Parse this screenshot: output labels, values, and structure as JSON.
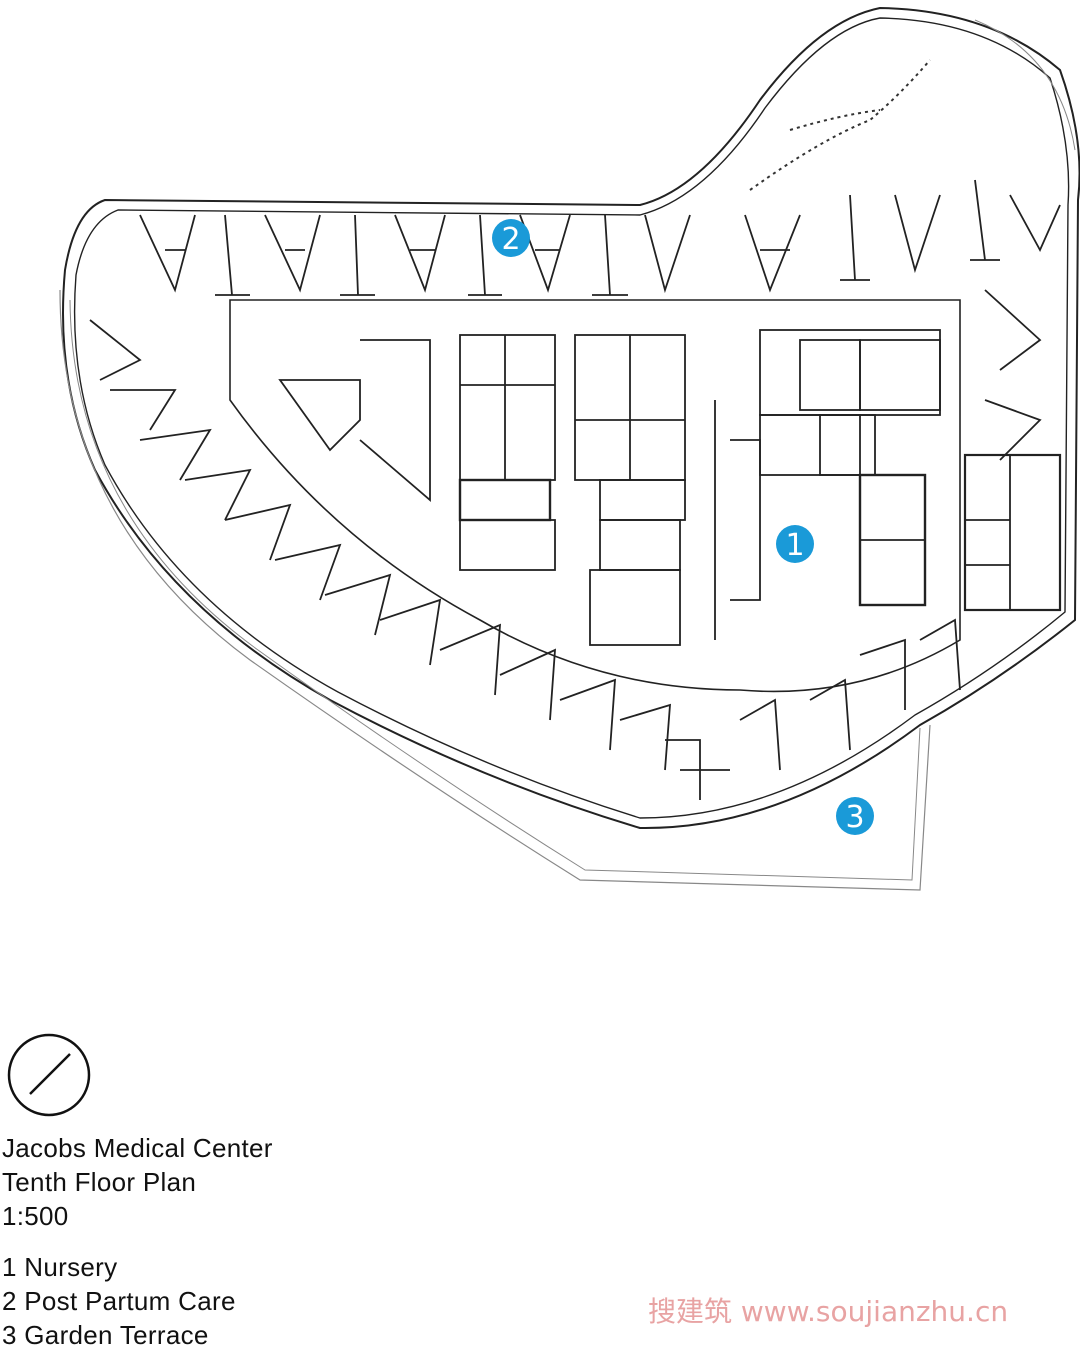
{
  "plan": {
    "markers": [
      {
        "number": "1",
        "room": "Nursery"
      },
      {
        "number": "2",
        "room": "Post Partum Care"
      },
      {
        "number": "3",
        "room": "Garden Terrace"
      }
    ]
  },
  "caption": {
    "title_line1": "Jacobs Medical Center",
    "title_line2": "Tenth Floor Plan",
    "scale": "1:500"
  },
  "legend": {
    "item1": "1 Nursery",
    "item2": "2 Post Partum Care",
    "item3": "3 Garden Terrace"
  },
  "watermark": {
    "text": "搜建筑 www.soujianzhu.cn",
    "color": "#e8a3a3"
  },
  "colors": {
    "marker": "#1a9ad8",
    "linework": "#222222",
    "light_line": "#888888"
  }
}
